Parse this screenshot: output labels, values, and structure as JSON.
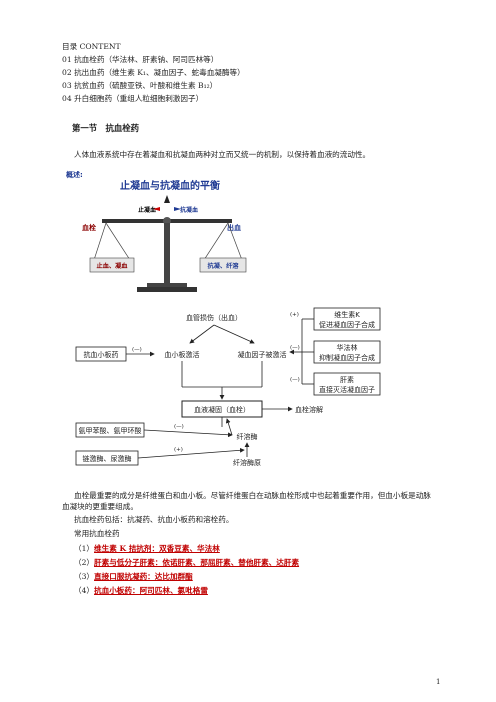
{
  "toc": {
    "title": "目录 CONTENT",
    "items": [
      "01 抗血栓药（华法林、肝素钠、阿司匹林等）",
      "02 抗出血药（维生素 K₁、凝血因子、蛇毒血凝酶等）",
      "03 抗贫血药（硫酸亚铁、叶酸和维生素 B₁₂）",
      "04 升白细胞药（重组人粒细胞刺激因子）"
    ]
  },
  "section": {
    "title": "第一节　抗血栓药"
  },
  "intro": "人体血液系统中存在着凝血和抗凝血两种对立而又统一的机制，以保持着血液的流动性。",
  "figure1": {
    "label": "概述:",
    "title": "止凝血与抗凝血的平衡",
    "left_top": "止凝血",
    "right_top": "抗凝血",
    "left_side": "血栓",
    "right_side": "出血",
    "left_pan": "止血、凝血",
    "right_pan": "抗凝、纤溶"
  },
  "figure2": {
    "injury": "血管损伤（出血）",
    "antiplatelet": "抗血小板药",
    "platelet_activation": "血小板激活",
    "factor_activation": "凝血因子被激活",
    "clot": "血液凝固（血栓）",
    "clot_dissolve": "血栓溶解",
    "vitk_1": "维生素K",
    "vitk_2": "促进凝血因子合成",
    "warf_1": "华法林",
    "warf_2": "抑制凝血因子合成",
    "hep_1": "肝素",
    "hep_2": "直接灭活凝血因子",
    "antifib": "氨甲苯酸、氨甲环酸",
    "thromb": "链激酶、尿激酶",
    "plasmin": "纤溶酶",
    "plasminogen": "纤溶酶原",
    "plus": "(+)",
    "minus": "(—)"
  },
  "body": {
    "p1": "血栓最重要的成分是纤维蛋白和血小板。尽管纤维蛋白在动脉血栓形成中也起着重要作用，但血小板是动脉血凝块的更重要组成。",
    "p2": "抗血栓药包括：抗凝药、抗血小板药和溶栓药。",
    "p3": "常用抗血栓药",
    "list": [
      {
        "num": "（1）",
        "text": "维生素 K 拮抗剂：双香豆素、华法林"
      },
      {
        "num": "（2）",
        "text": "肝素与低分子肝素：依诺肝素、那屈肝素、替他肝素、达肝素"
      },
      {
        "num": "（3）",
        "text": "直接口服抗凝药：达比加群酯"
      },
      {
        "num": "（4）",
        "text": "抗血小板药：阿司匹林、氯吡格雷"
      }
    ]
  },
  "page_number": "1"
}
